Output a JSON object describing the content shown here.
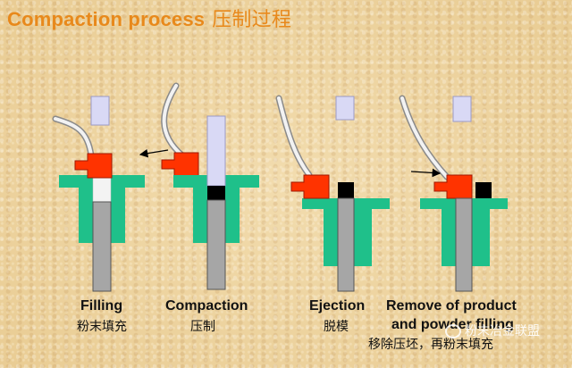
{
  "title": {
    "en": "Compaction process",
    "cn": "压制过程"
  },
  "stages": [
    {
      "label_en": "Filling",
      "label_cn": "粉末填充"
    },
    {
      "label_en": "Compaction",
      "label_cn": "压制"
    },
    {
      "label_en": "Ejection",
      "label_cn": "脱模"
    },
    {
      "label_en": "Remove of product and powder filling",
      "label_en_line1": "Remove of product",
      "label_en_line2": "and powder filling",
      "label_cn": "移除压坯，再粉末填充"
    }
  ],
  "watermark": "粉末冶金联盟",
  "colors": {
    "title": "#e8891b",
    "die": "#1fc08a",
    "punch": "#a6a6a6",
    "feed_shoe": "#ff3300",
    "upper_punch": "#d9d9f5",
    "compact": "#000000",
    "powder": "#f3f3f3"
  }
}
